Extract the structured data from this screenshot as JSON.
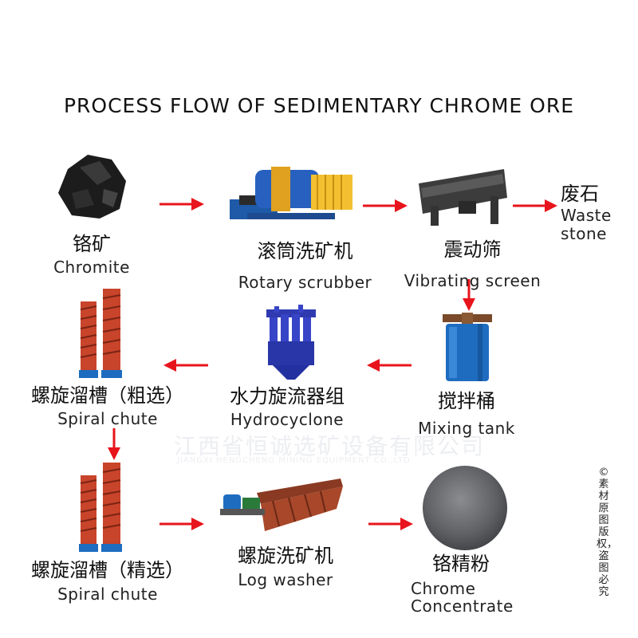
{
  "title": "PROCESS FLOW OF SEDIMENTARY CHROME ORE",
  "nodes": {
    "chromite": {
      "cn": "铬矿",
      "en": "Chromite"
    },
    "rotary": {
      "cn": "滚筒洗矿机",
      "en": "Rotary scrubber"
    },
    "vibrating": {
      "cn": "震动筛",
      "en": "Vibrating screen"
    },
    "waste": {
      "cn": "废石",
      "en1": "Waste",
      "en2": "stone"
    },
    "mixing": {
      "cn": "搅拌桶",
      "en": "Mixing tank"
    },
    "hydro": {
      "cn": "水力旋流器组",
      "en": "Hydrocyclone"
    },
    "spiral_rough": {
      "cn": "螺旋溜槽（粗选）",
      "en": "Spiral chute"
    },
    "spiral_fine": {
      "cn": "螺旋溜槽（精选）",
      "en": "Spiral chute"
    },
    "log_washer": {
      "cn": "螺旋洗矿机",
      "en": "Log washer"
    },
    "concentrate": {
      "cn": "铬精粉",
      "en1": "Chrome",
      "en2": "Concentrate"
    }
  },
  "watermark": {
    "cn": "江西省恒诚选矿设备有限公司",
    "en": "JIANGXI HENGCHENG MINING EQUIPMENT CO.,LTD"
  },
  "copyright": "©素材原图版权，盗图必究",
  "colors": {
    "arrow": "#e8141c"
  }
}
